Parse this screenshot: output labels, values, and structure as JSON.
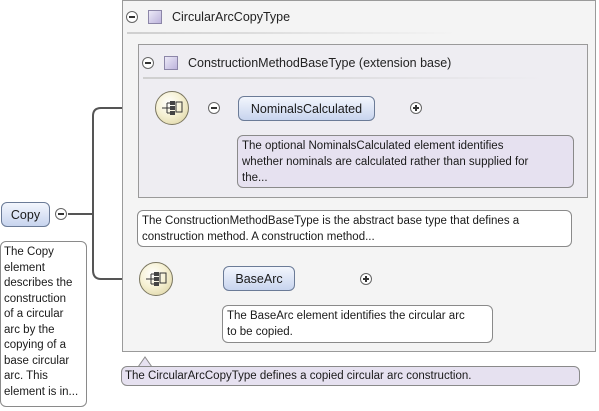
{
  "diagram": {
    "root": {
      "label": "Copy",
      "documentation": "The Copy\nelement\ndescribes the\nconstruction\nof a circular\narc by the\ncopying of a\nbase circular\narc. This\nelement is in..."
    },
    "type": {
      "name": "CircularArcCopyType",
      "documentation": "The CircularArcCopyType defines a copied circular arc construction."
    },
    "base_type": {
      "name": "ConstructionMethodBaseType (extension base)",
      "documentation": "The ConstructionMethodBaseType is the abstract base type that defines a\nconstruction method. A construction method..."
    },
    "elements": [
      {
        "label": "NominalsCalculated",
        "documentation": "The optional NominalsCalculated element identifies\nwhether nominals are calculated rather than supplied for\nthe..."
      },
      {
        "label": "BaseArc",
        "documentation": "The BaseArc element identifies the circular arc\nto be copied."
      }
    ],
    "icons": {
      "collapse": "minus-circle-icon",
      "expand": "plus-circle-icon",
      "complex_type": "complex-type-icon",
      "sequence": "sequence-compositor-icon"
    },
    "colors": {
      "element_fill": "#c7d4ee",
      "type_icon_fill": "#bdb4dc",
      "lavender_note": "#e6e1f0",
      "sequence_fill": "#f6f1d4"
    }
  }
}
